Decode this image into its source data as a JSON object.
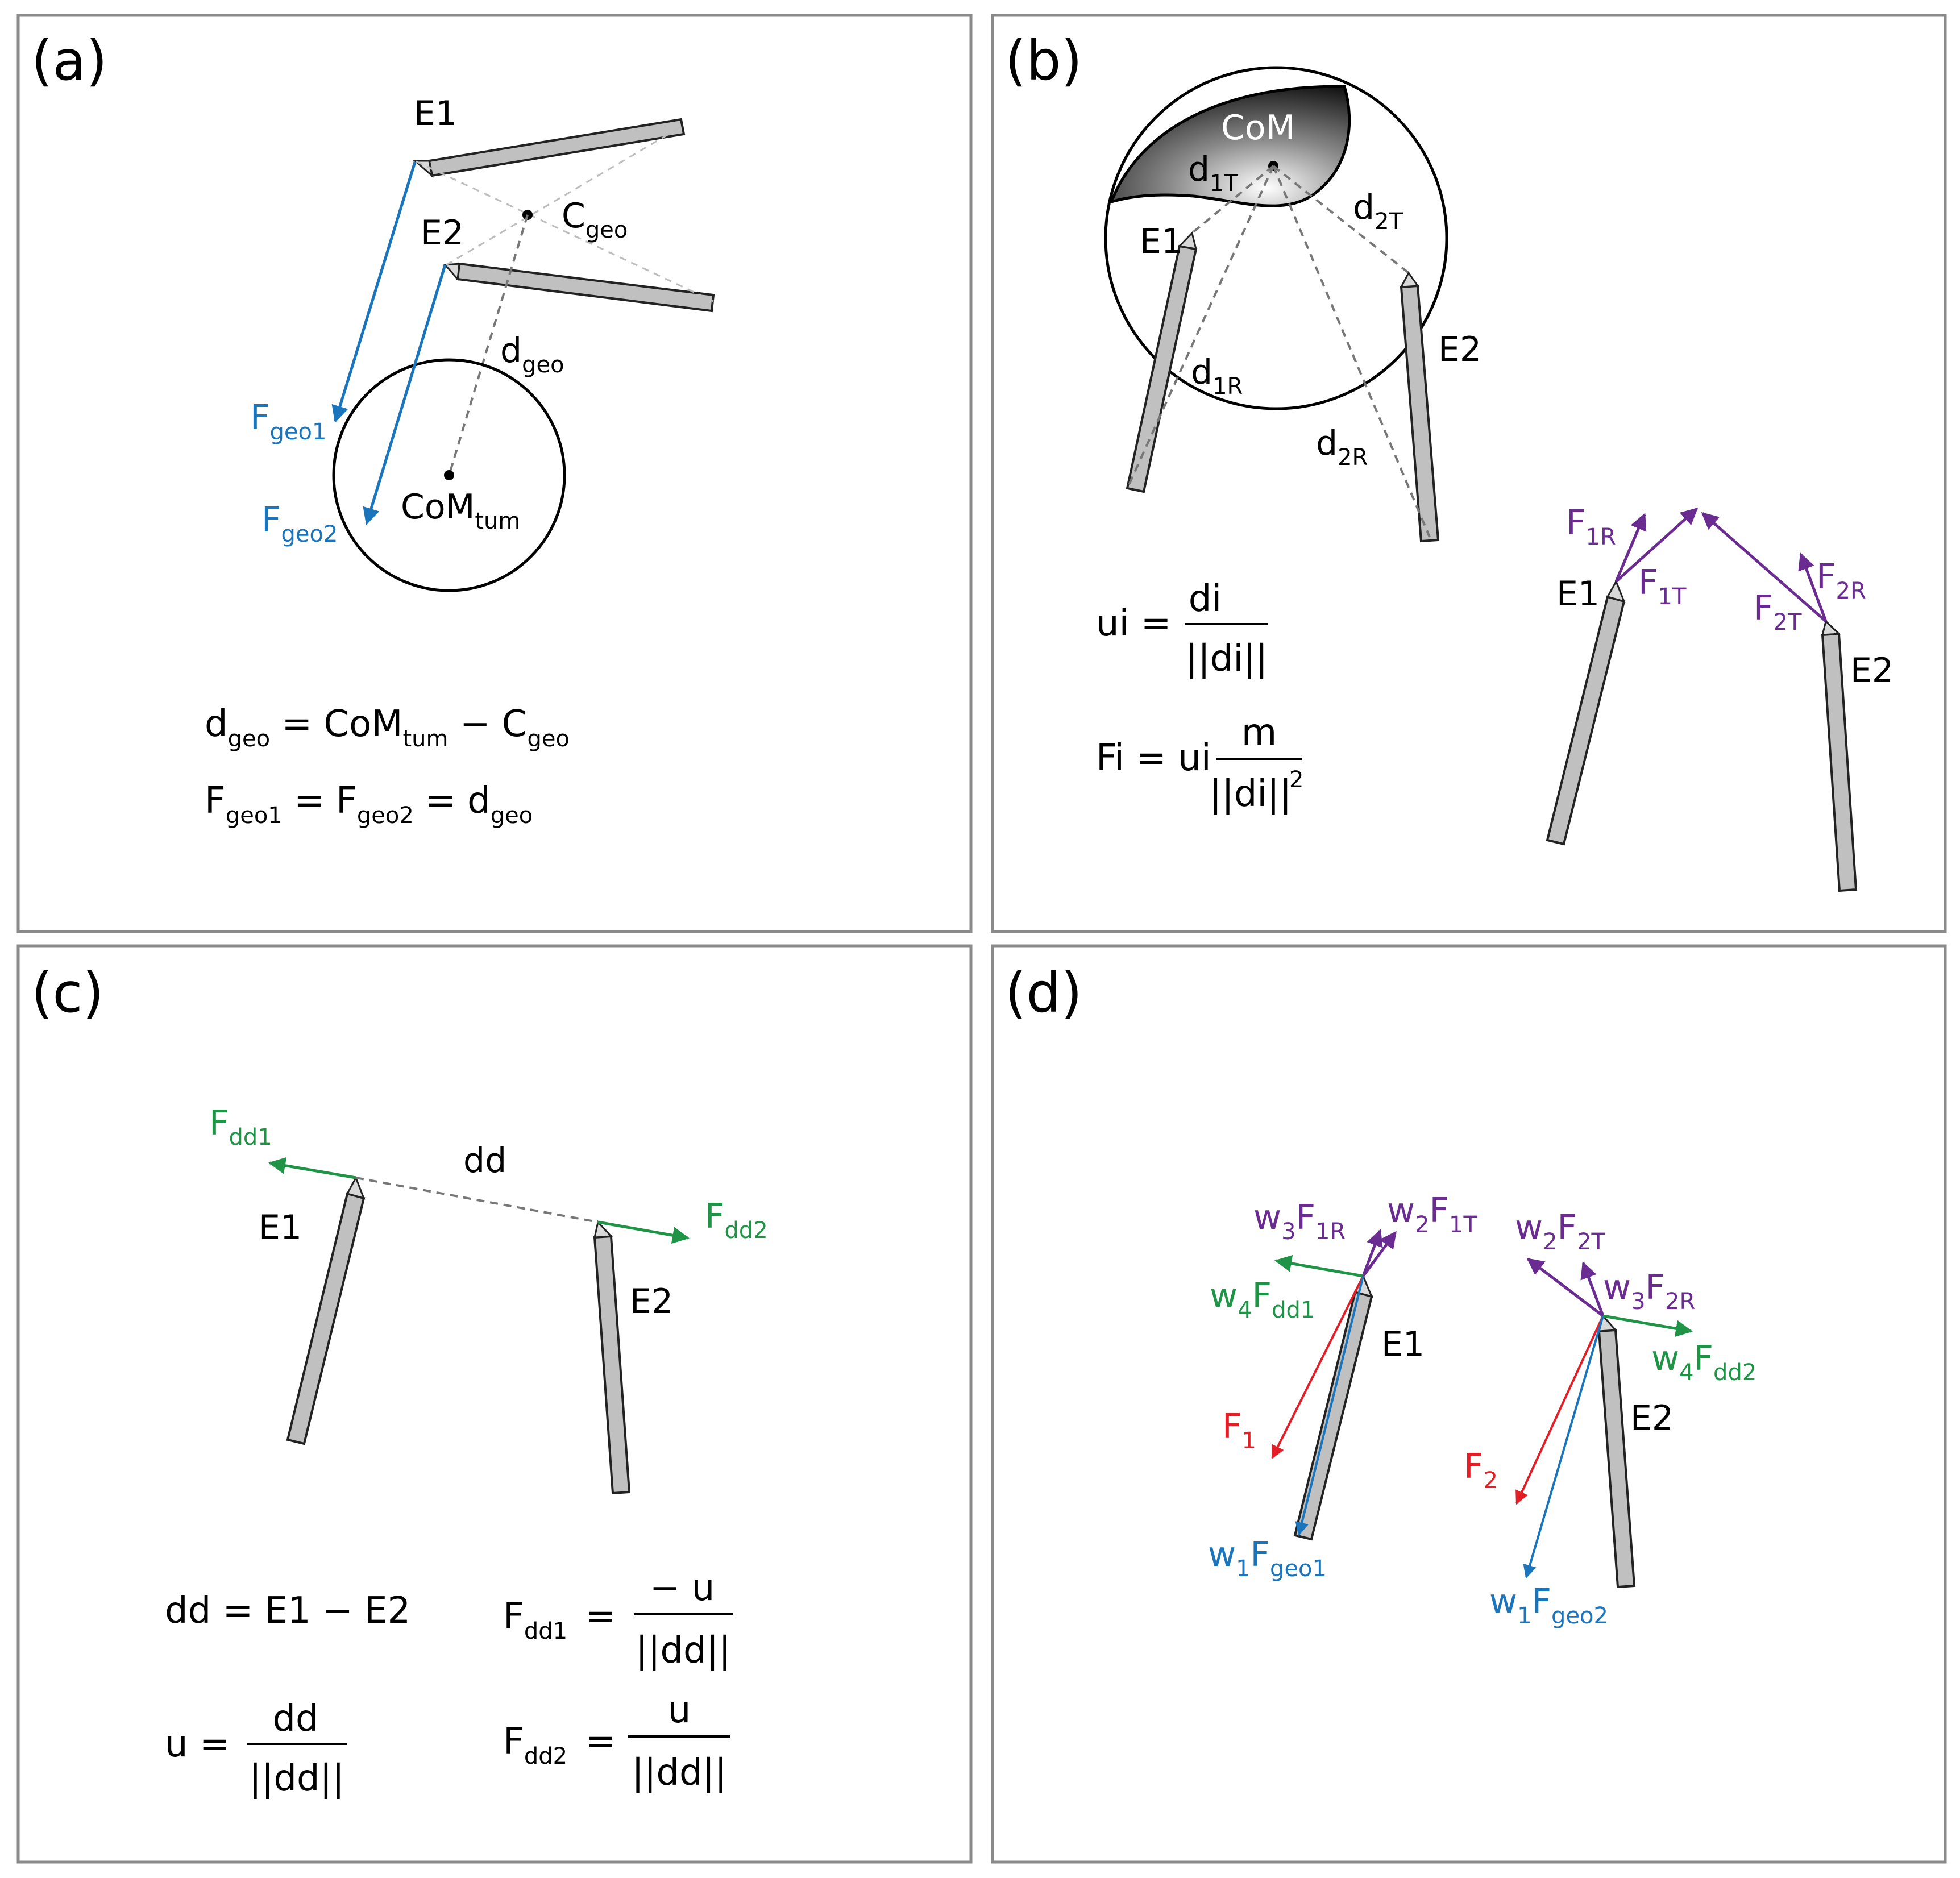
{
  "panels": {
    "a": {
      "tag": "(a)",
      "E1": "E1",
      "E2": "E2",
      "Cgeo": {
        "main": "C",
        "sub": "geo"
      },
      "dgeo": {
        "main": "d",
        "sub": "geo"
      },
      "Fgeo1": {
        "main": "F",
        "sub": "geo1"
      },
      "Fgeo2": {
        "main": "F",
        "sub": "geo2"
      },
      "CoMtum": {
        "main": "CoM",
        "sub": "tum"
      },
      "eq1": {
        "d": "d",
        "geo": "geo",
        "mid": " = CoM",
        "tum": "tum",
        "minus": " − C",
        "geo2": "geo"
      },
      "eq2": {
        "F1": "F",
        "geo1": "geo1",
        "eqF": " = F",
        "geo2": "geo2",
        "eqd": " = d",
        "geo3": "geo"
      }
    },
    "b": {
      "tag": "(b)",
      "CoM": "CoM",
      "E1": "E1",
      "E2": "E2",
      "d1T": {
        "main": "d",
        "sub": "1T"
      },
      "d2T": {
        "main": "d",
        "sub": "2T"
      },
      "d1R": {
        "main": "d",
        "sub": "1R"
      },
      "d2R": {
        "main": "d",
        "sub": "2R"
      },
      "F1R": {
        "main": "F",
        "sub": "1R"
      },
      "F1T": {
        "main": "F",
        "sub": "1T"
      },
      "F2T": {
        "main": "F",
        "sub": "2T"
      },
      "F2R": {
        "main": "F",
        "sub": "2R"
      },
      "eq_u": {
        "lhs": "ui =",
        "num": "di",
        "den": "||di||"
      },
      "eq_F": {
        "lhs": "Fi = ui",
        "num": "m",
        "den": "||di||",
        "sup": "2"
      }
    },
    "c": {
      "tag": "(c)",
      "E1": "E1",
      "E2": "E2",
      "dd": "dd",
      "Fdd1": {
        "main": "F",
        "sub": "dd1"
      },
      "Fdd2": {
        "main": "F",
        "sub": "dd2"
      },
      "eq_dd": "dd = E1 − E2",
      "eq_u": {
        "lhs": "u =",
        "num": "dd",
        "den": "||dd||"
      },
      "eq_F1": {
        "main": "F",
        "sub": "dd1",
        "eq": "=",
        "num": "− u",
        "den": "||dd||"
      },
      "eq_F2": {
        "main": "F",
        "sub": "dd2",
        "eq": "=",
        "num": "u",
        "den": "||dd||"
      }
    },
    "d": {
      "tag": "(d)",
      "E1": "E1",
      "E2": "E2",
      "w3F1R": {
        "w": "w",
        "ws": "3",
        "F": "F",
        "s": "1R"
      },
      "w2F1T": {
        "w": "w",
        "ws": "2",
        "F": "F",
        "s": "1T"
      },
      "w2F2T": {
        "w": "w",
        "ws": "2",
        "F": "F",
        "s": "2T"
      },
      "w3F2R": {
        "w": "w",
        "ws": "3",
        "F": "F",
        "s": "2R"
      },
      "w4Fdd1": {
        "w": "w",
        "ws": "4",
        "F": "F",
        "s": "dd1"
      },
      "w4Fdd2": {
        "w": "w",
        "ws": "4",
        "F": "F",
        "s": "dd2"
      },
      "F1": {
        "main": "F",
        "sub": "1"
      },
      "F2": {
        "main": "F",
        "sub": "2"
      },
      "w1Fgeo1": {
        "w": "w",
        "ws": "1",
        "F": "F",
        "s": "geo1"
      },
      "w1Fgeo2": {
        "w": "w",
        "ws": "1",
        "F": "F",
        "s": "geo2"
      }
    }
  },
  "colors": {
    "geometric": "#1a75bc",
    "tumor": "#6a2c91",
    "distance": "#1f9446",
    "resultant": "#e31e26",
    "electrode": "#c0c0c0"
  }
}
